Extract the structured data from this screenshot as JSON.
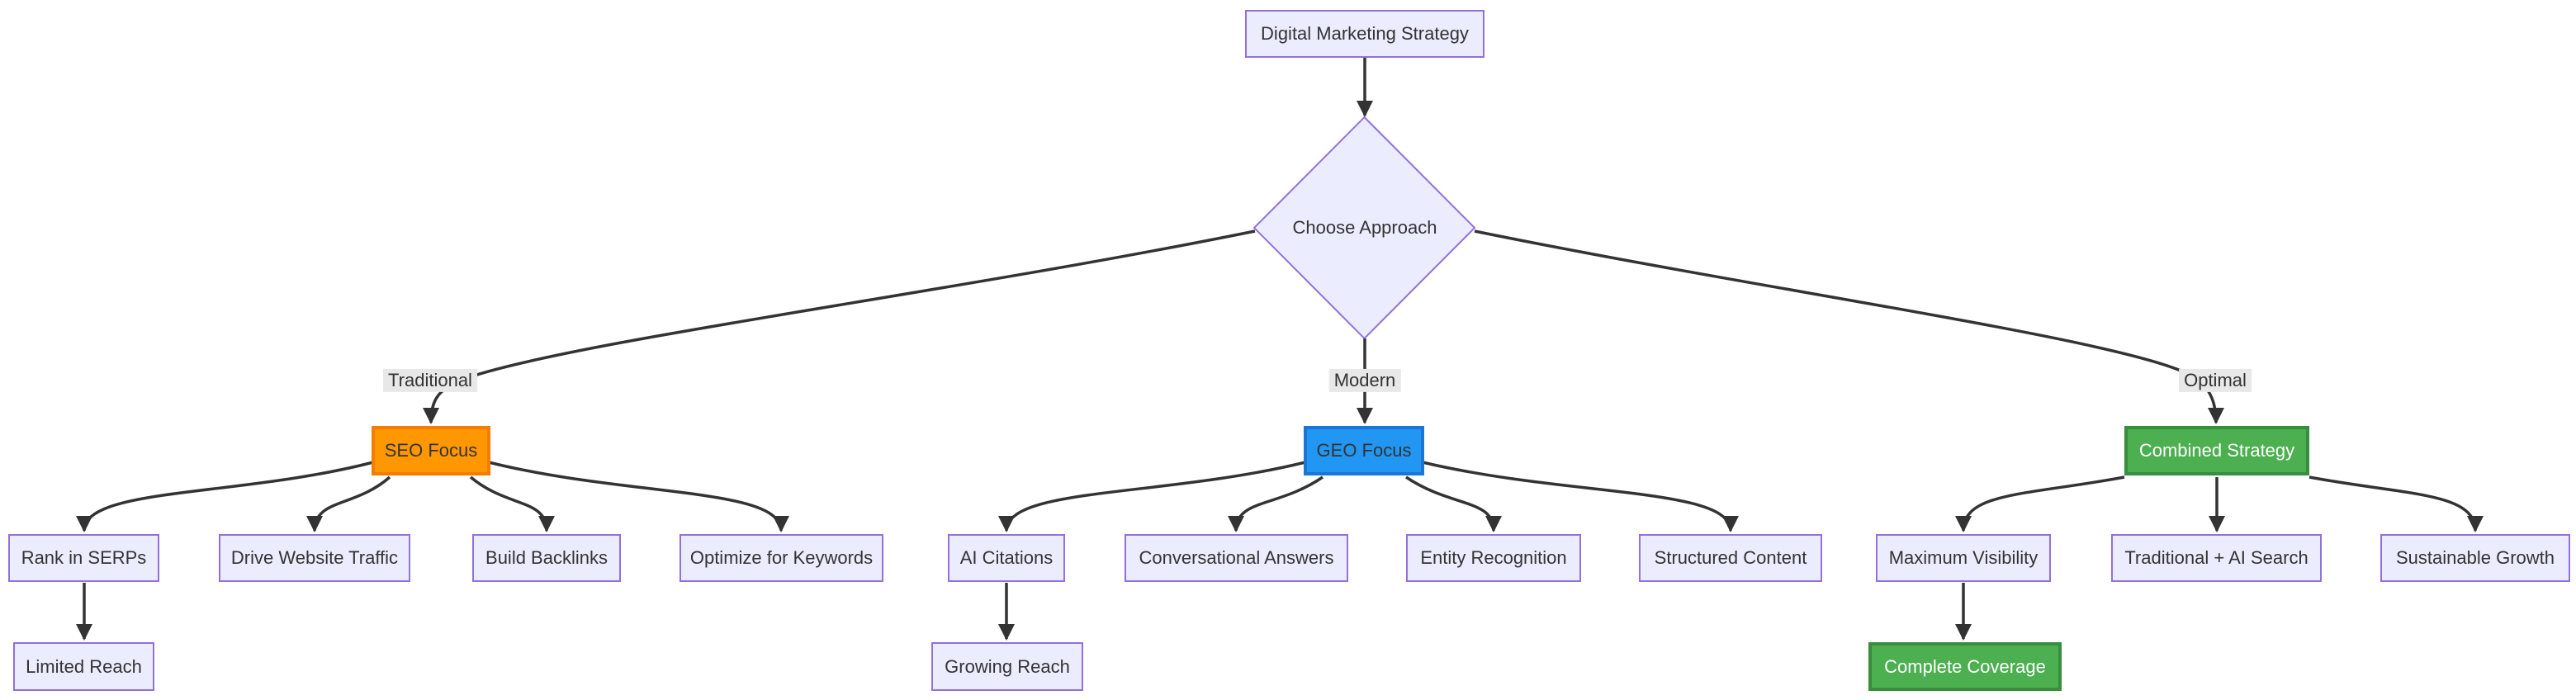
{
  "diagram": {
    "kind": "flowchart",
    "direction": "top-down",
    "background": "#ffffff",
    "colors": {
      "node_fill": "#ECECFF",
      "node_border": "#9370DB",
      "node_text": "#333333",
      "edge_line": "#333333",
      "edge_label_bg": "#e8e8e8",
      "seo_fill": "#FF9800",
      "seo_border": "#F57C00",
      "geo_fill": "#2196F3",
      "geo_border": "#1976D2",
      "combined_fill": "#4CAF50",
      "combined_border": "#388E3C",
      "highlight_text": "#ffffff"
    }
  },
  "nodes": {
    "digital_marketing_strategy": {
      "label": "Digital Marketing Strategy",
      "shape": "rect"
    },
    "choose_approach": {
      "label": "Choose Approach",
      "shape": "diamond"
    },
    "seo_focus": {
      "label": "SEO Focus",
      "shape": "rect",
      "accent": "orange"
    },
    "geo_focus": {
      "label": "GEO Focus",
      "shape": "rect",
      "accent": "blue"
    },
    "combined_strategy": {
      "label": "Combined Strategy",
      "shape": "rect",
      "accent": "green"
    },
    "rank_in_serps": {
      "label": "Rank in SERPs",
      "shape": "rect"
    },
    "drive_website_traffic": {
      "label": "Drive Website Traffic",
      "shape": "rect"
    },
    "build_backlinks": {
      "label": "Build Backlinks",
      "shape": "rect"
    },
    "optimize_for_keywords": {
      "label": "Optimize for Keywords",
      "shape": "rect"
    },
    "limited_reach": {
      "label": "Limited Reach",
      "shape": "rect"
    },
    "ai_citations": {
      "label": "AI Citations",
      "shape": "rect"
    },
    "conversational_answers": {
      "label": "Conversational Answers",
      "shape": "rect"
    },
    "entity_recognition": {
      "label": "Entity Recognition",
      "shape": "rect"
    },
    "structured_content": {
      "label": "Structured Content",
      "shape": "rect"
    },
    "growing_reach": {
      "label": "Growing Reach",
      "shape": "rect"
    },
    "maximum_visibility": {
      "label": "Maximum Visibility",
      "shape": "rect"
    },
    "traditional_ai_search": {
      "label": "Traditional + AI Search",
      "shape": "rect"
    },
    "sustainable_growth": {
      "label": "Sustainable Growth",
      "shape": "rect"
    },
    "complete_coverage": {
      "label": "Complete Coverage",
      "shape": "rect",
      "accent": "green"
    }
  },
  "edge_labels": {
    "traditional": "Traditional",
    "modern": "Modern",
    "optimal": "Optimal"
  },
  "edges": [
    {
      "from": "Digital Marketing Strategy",
      "to": "Choose Approach",
      "label": ""
    },
    {
      "from": "Choose Approach",
      "to": "SEO Focus",
      "label": "Traditional"
    },
    {
      "from": "Choose Approach",
      "to": "GEO Focus",
      "label": "Modern"
    },
    {
      "from": "Choose Approach",
      "to": "Combined Strategy",
      "label": "Optimal"
    },
    {
      "from": "SEO Focus",
      "to": "Rank in SERPs",
      "label": ""
    },
    {
      "from": "SEO Focus",
      "to": "Drive Website Traffic",
      "label": ""
    },
    {
      "from": "SEO Focus",
      "to": "Build Backlinks",
      "label": ""
    },
    {
      "from": "SEO Focus",
      "to": "Optimize for Keywords",
      "label": ""
    },
    {
      "from": "Rank in SERPs",
      "to": "Limited Reach",
      "label": ""
    },
    {
      "from": "GEO Focus",
      "to": "AI Citations",
      "label": ""
    },
    {
      "from": "GEO Focus",
      "to": "Conversational Answers",
      "label": ""
    },
    {
      "from": "GEO Focus",
      "to": "Entity Recognition",
      "label": ""
    },
    {
      "from": "GEO Focus",
      "to": "Structured Content",
      "label": ""
    },
    {
      "from": "AI Citations",
      "to": "Growing Reach",
      "label": ""
    },
    {
      "from": "Combined Strategy",
      "to": "Maximum Visibility",
      "label": ""
    },
    {
      "from": "Combined Strategy",
      "to": "Traditional + AI Search",
      "label": ""
    },
    {
      "from": "Combined Strategy",
      "to": "Sustainable Growth",
      "label": ""
    },
    {
      "from": "Maximum Visibility",
      "to": "Complete Coverage",
      "label": ""
    }
  ]
}
